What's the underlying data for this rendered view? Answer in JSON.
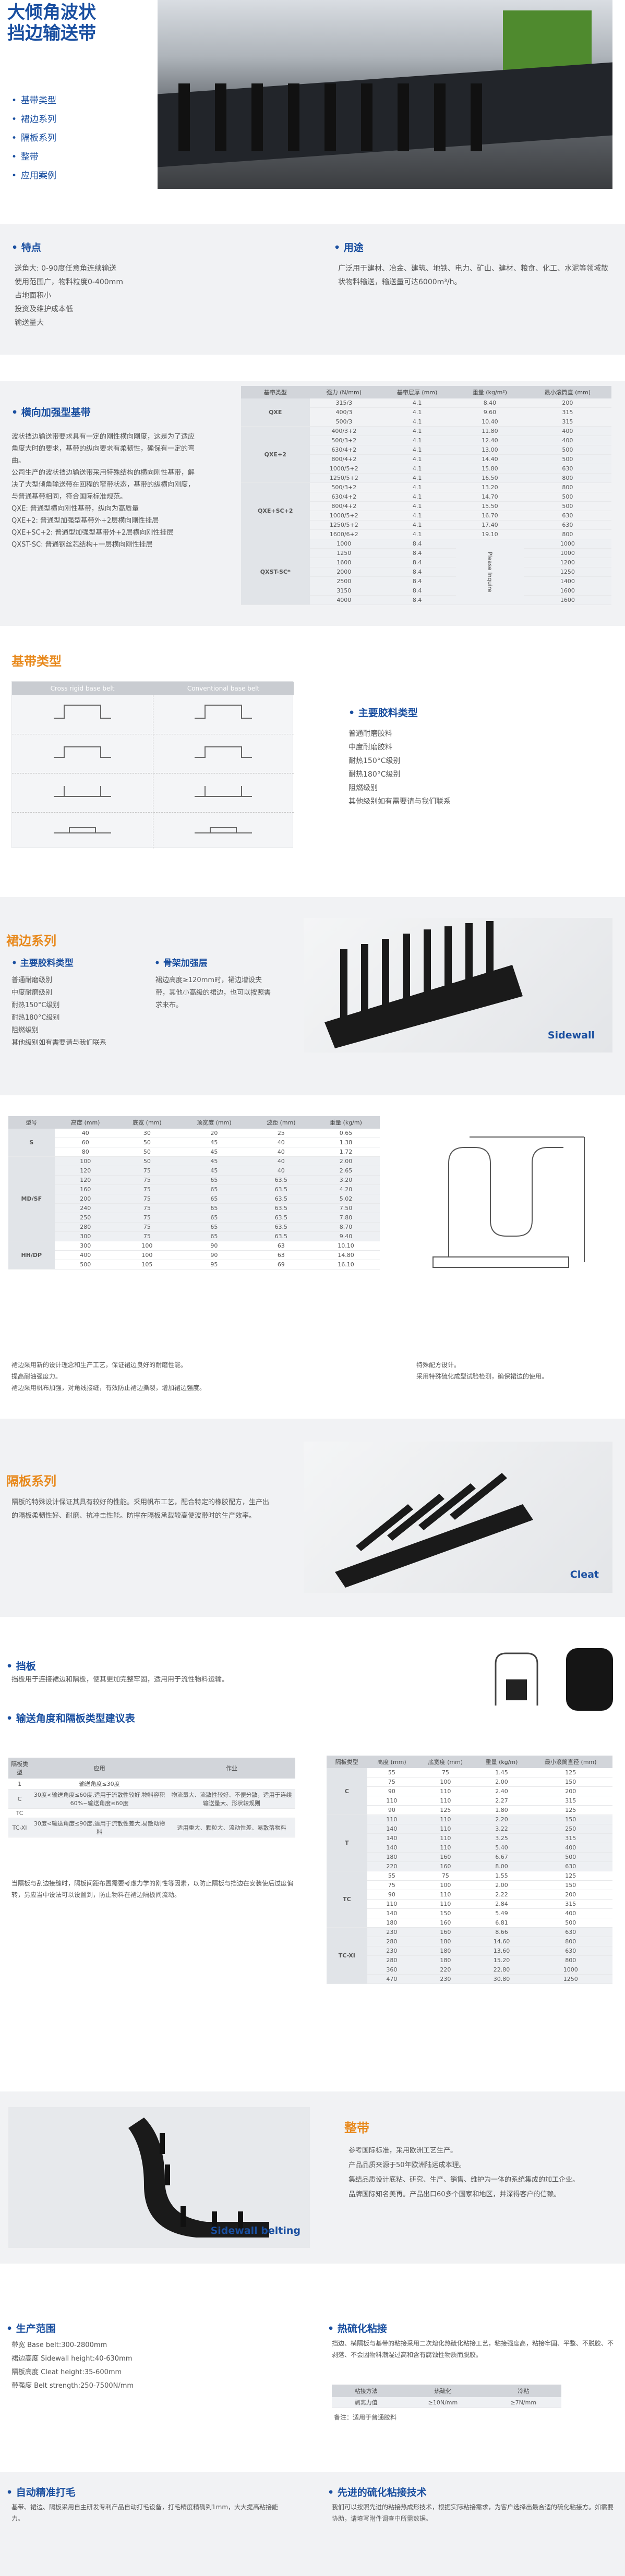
{
  "hero": {
    "title_line1": "大倾角波状",
    "title_line2": "挡边输送带",
    "nav": [
      "基带类型",
      "裙边系列",
      "隔板系列",
      "整带",
      "应用案例"
    ]
  },
  "features": {
    "title": "特点",
    "items": [
      "送角大: 0-90度任意角连续输送",
      "使用范围广，物料粒度0-400mm",
      "占地面积小",
      "投资及维护成本低",
      "输送量大"
    ],
    "app_title": "用途",
    "app_text": "广泛用于建材、冶金、建筑、地铁、电力、矿山、建材、粮食、化工、水泥等领域散状物料输送，输送量可达6000m³/h。"
  },
  "base_belt": {
    "title": "横向加强型基带",
    "paragraphs": [
      "波状挡边输送带要求具有一定的刚性横向刚度，这是为了适应角度大时的要求，基带的纵向要求有柔韧性，确保有一定的弯曲。",
      "公司生产的波状挡边输送带采用特殊结构的横向刚性基带，解决了大型倾角输送带在回程的窄带状态，基带的纵横向刚度，与普通基带相同，符合国际标准规范。"
    ],
    "bullets": [
      "QXE: 普通型横向刚性基带，纵向为高质量",
      "QXE+2: 普通型加强型基带外+2层横向刚性挂层",
      "QXE+SC+2: 普通型加强型基带外+2层横向刚性挂层",
      "QXST-SC: 普通钢丝芯结构+一层横向刚性挂层"
    ],
    "table_head": [
      "基带类型",
      "强力 (N/mm)",
      "基带层厚 (mm)",
      "重量 (kg/m²)",
      "最小滚筒直 (mm)"
    ],
    "groups": [
      {
        "name": "QXE",
        "rows": [
          [
            "315/3",
            "4.1",
            "8.40",
            "200"
          ],
          [
            "400/3",
            "4.1",
            "9.60",
            "315"
          ],
          [
            "500/3",
            "4.1",
            "10.40",
            "315"
          ]
        ]
      },
      {
        "name": "QXE+2",
        "rows": [
          [
            "400/3+2",
            "4.1",
            "11.80",
            "400"
          ],
          [
            "500/3+2",
            "4.1",
            "12.40",
            "400"
          ],
          [
            "630/4+2",
            "4.1",
            "13.00",
            "500"
          ],
          [
            "800/4+2",
            "4.1",
            "14.40",
            "500"
          ],
          [
            "1000/5+2",
            "4.1",
            "15.80",
            "630"
          ],
          [
            "1250/5+2",
            "4.1",
            "16.50",
            "800"
          ]
        ]
      },
      {
        "name": "QXE+SC+2",
        "rows": [
          [
            "500/3+2",
            "4.1",
            "13.20",
            "800"
          ],
          [
            "630/4+2",
            "4.1",
            "14.70",
            "500"
          ],
          [
            "800/4+2",
            "4.1",
            "15.50",
            "500"
          ],
          [
            "1000/5+2",
            "4.1",
            "16.70",
            "630"
          ],
          [
            "1250/5+2",
            "4.1",
            "17.40",
            "630"
          ],
          [
            "1600/6+2",
            "4.1",
            "19.10",
            "800"
          ]
        ]
      },
      {
        "name": "QXST-SC*",
        "rows": [
          [
            "1000",
            "8.4",
            "",
            "1000"
          ],
          [
            "1250",
            "8.4",
            "",
            "1000"
          ],
          [
            "1600",
            "8.4",
            "",
            "1200"
          ],
          [
            "2000",
            "8.4",
            "",
            "1250"
          ],
          [
            "2500",
            "8.4",
            "",
            "1400"
          ],
          [
            "3150",
            "8.4",
            "",
            "1600"
          ],
          [
            "4000",
            "8.4",
            "",
            "1600"
          ]
        ]
      }
    ],
    "steel_note": "Please Inquire"
  },
  "base_types": {
    "title": "基带类型",
    "col1": "Cross rigid base belt",
    "col2": "Conventional base belt",
    "sub": "主要胶料类型",
    "items": [
      "普通耐磨胶料",
      "中度耐磨胶料",
      "耐热150°C级别",
      "耐热180°C级别",
      "阻燃级别",
      "其他级别如有需要请与我们联系"
    ]
  },
  "sidewall": {
    "title": "裙边系列",
    "sub1": "主要胶料类型",
    "items": [
      "普通耐磨级别",
      "中度耐磨级别",
      "耐热150°C级别",
      "耐热180°C级别",
      "阻燃级别",
      "其他级别如有需要请与我们联系"
    ],
    "sub2": "骨架加强层",
    "reinforce_text": "裙边高度≥120mm时，裙边增设夹带，其他小高级的裙边，也可以按照需求来布。",
    "photo_label": "Sidewall",
    "table_head": [
      "型号",
      "高度 (mm)",
      "底宽 (mm)",
      "顶宽度 (mm)",
      "波距 (mm)",
      "重量 (kg/m)"
    ],
    "groups": [
      {
        "name": "S",
        "rows": [
          [
            "40",
            "30",
            "20",
            "25",
            "0.65"
          ],
          [
            "60",
            "50",
            "45",
            "40",
            "1.38"
          ],
          [
            "80",
            "50",
            "45",
            "40",
            "1.72"
          ]
        ]
      },
      {
        "name": "MD/SF",
        "rows": [
          [
            "100",
            "50",
            "45",
            "40",
            "2.00"
          ],
          [
            "120",
            "75",
            "45",
            "40",
            "2.65"
          ],
          [
            "120",
            "75",
            "65",
            "63.5",
            "3.20"
          ],
          [
            "160",
            "75",
            "65",
            "63.5",
            "4.20"
          ],
          [
            "200",
            "75",
            "65",
            "63.5",
            "5.02"
          ],
          [
            "240",
            "75",
            "65",
            "63.5",
            "7.50"
          ],
          [
            "250",
            "75",
            "65",
            "63.5",
            "7.80"
          ],
          [
            "280",
            "75",
            "65",
            "63.5",
            "8.70"
          ],
          [
            "300",
            "75",
            "65",
            "63.5",
            "9.40"
          ]
        ]
      },
      {
        "name": "HH/DP",
        "rows": [
          [
            "300",
            "100",
            "90",
            "63",
            "10.10"
          ],
          [
            "400",
            "100",
            "90",
            "63",
            "14.80"
          ],
          [
            "500",
            "105",
            "95",
            "69",
            "16.10"
          ]
        ]
      }
    ],
    "notes_left": [
      "裙边采用新的设计理念和生产工艺，保证裙边良好的耐磨性能。",
      "提高耐油强度力。",
      "裙边采用帆布加强，对角线接缝，有效防止裙边撕裂，增加裙边强度。"
    ],
    "notes_right": [
      "特殊配方设计。",
      "采用特殊硫化成型试验检测，确保裙边的使用。"
    ]
  },
  "cleat": {
    "title": "隔板系列",
    "text": "隔板的特殊设计保证其具有较好的性能。采用帆布工艺，配合特定的橡胶配方，生产出的隔板柔韧性好、耐磨、抗冲击性能。防撑在隔板承载较高使波带时的生产效率。",
    "photo_label": "Cleat"
  },
  "stopper": {
    "title": "挡板",
    "text": "挡板用于连接裙边和隔板，使其更加完整牢固，适用用于流性物料运输。"
  },
  "angle": {
    "title": "输送角度和隔板类型建议表",
    "head": [
      "隔板类型",
      "应用",
      "作业"
    ],
    "rows": [
      [
        "1",
        "输送角度≤30度",
        ""
      ],
      [
        "C",
        "30度<输送角度≤60度,适用于流散性较好,物料容积60%~输送角度≤60度",
        "物流量大、流散性较好、不便分散，适用于连续输送量大、形状较规则"
      ],
      [
        "TC",
        "",
        ""
      ],
      [
        "TC-XI",
        "30度<输送角度≤90度,适用于流散性差大,易散动物料",
        "适用重大、颗粒大、流动性差、易散落物料"
      ]
    ],
    "note": "当隔板与刮边接缝时，隔板间距布置需要考虑力学的刚性等因素，以防止隔板与挡边在安装使后过度偏转，另应当中设法可以设置到，防止物料在裙边隔板间流动。",
    "cleat_head": [
      "隔板类型",
      "高度 (mm)",
      "底宽度 (mm)",
      "重量 (kg/m)",
      "最小滚筒直径 (mm)"
    ],
    "groups": [
      {
        "name": "C",
        "rows": [
          [
            "55",
            "75",
            "1.45",
            "125"
          ],
          [
            "75",
            "100",
            "2.00",
            "150"
          ],
          [
            "90",
            "110",
            "2.40",
            "200"
          ],
          [
            "110",
            "110",
            "2.27",
            "315"
          ],
          [
            "90",
            "125",
            "1.80",
            "125"
          ]
        ]
      },
      {
        "name": "T",
        "rows": [
          [
            "110",
            "110",
            "2.20",
            "150"
          ],
          [
            "140",
            "110",
            "3.22",
            "250"
          ],
          [
            "140",
            "110",
            "3.25",
            "315"
          ],
          [
            "140",
            "110",
            "5.40",
            "400"
          ],
          [
            "180",
            "160",
            "6.67",
            "500"
          ],
          [
            "220",
            "160",
            "8.00",
            "630"
          ]
        ]
      },
      {
        "name": "TC",
        "rows": [
          [
            "55",
            "75",
            "1.55",
            "125"
          ],
          [
            "75",
            "100",
            "2.00",
            "150"
          ],
          [
            "90",
            "110",
            "2.22",
            "200"
          ],
          [
            "110",
            "110",
            "2.84",
            "315"
          ],
          [
            "140",
            "150",
            "5.49",
            "400"
          ],
          [
            "180",
            "160",
            "6.81",
            "500"
          ]
        ]
      },
      {
        "name": "TC-XI",
        "rows": [
          [
            "230",
            "160",
            "8.66",
            "630"
          ],
          [
            "280",
            "180",
            "14.60",
            "800"
          ],
          [
            "230",
            "180",
            "13.60",
            "630"
          ],
          [
            "280",
            "180",
            "15.20",
            "800"
          ],
          [
            "360",
            "220",
            "22.80",
            "1000"
          ],
          [
            "470",
            "230",
            "30.80",
            "1250"
          ]
        ]
      }
    ]
  },
  "whole": {
    "title": "整带",
    "items": [
      "参考国际标准，采用欧洲工艺生产。",
      "产品品质来源于50年欧洲陆运成本理。",
      "集结品质设计底粘、研究、生产、销售、维护为一体的系统集成的加工企业。",
      "品牌国际知名美再。产品出口60多个国家和地区，并深得客户的信赖。"
    ],
    "photo_label": "Sidewall belting"
  },
  "range": {
    "title": "生产范围",
    "items": [
      "带宽 Base belt:300-2800mm",
      "裙边高度 Sidewall height:40-630mm",
      "隔板高度 Cleat height:35-600mm",
      "带强度 Belt strength:250-7500N/mm"
    ]
  },
  "hot": {
    "title": "热硫化粘接",
    "text": "挡边、横隔板与基带的粘接采用二次熔化热硫化粘接工艺，粘接强度高，粘接牢固、平整、不脱胶、不剥落、不会因物料潮湿过高和含有腐蚀性物质而脱胶。",
    "table_head": [
      "粘接方法",
      "热硫化",
      "冷粘"
    ],
    "table_row": [
      "剥离力值",
      "≥10N/mm",
      "≥7N/mm"
    ],
    "note": "备注：适用于普通胶料"
  },
  "auto": {
    "title": "自动精准打毛",
    "text": "基带、裙边、隔板采用自主研发专利产品自动打毛设备，打毛精度精确到1mm，大大提高粘接能力。"
  },
  "tech": {
    "title": "先进的硫化粘接技术",
    "text": "我们可以按照先进的粘接热成形技术，根据实际粘接需求，为客户选择出最合适的硫化粘接方。如需要协助，请填写附件调查中所需数据。"
  },
  "colors": {
    "brand_blue": "#1a4fa0",
    "accent_orange": "#e8891c",
    "band_gray": "#f1f2f4"
  }
}
